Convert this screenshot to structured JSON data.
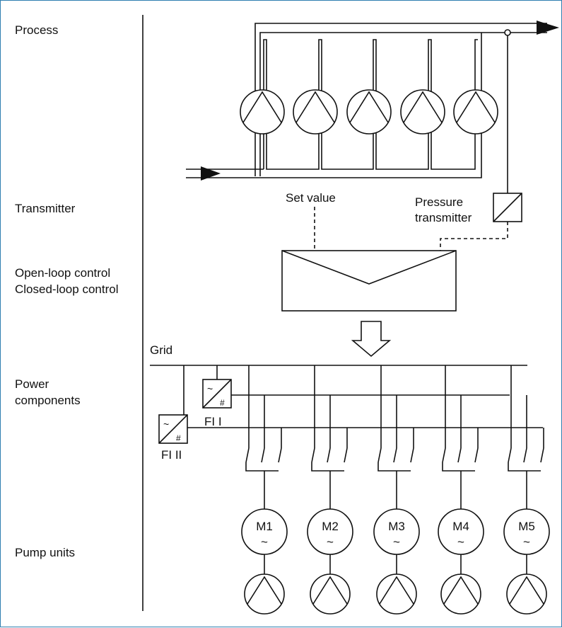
{
  "stages": {
    "process": "Process",
    "transmitter": "Transmitter",
    "control_1": "Open-loop control",
    "control_2": "Closed-loop control",
    "power_1": "Power",
    "power_2": "components",
    "pump_units": "Pump units"
  },
  "labels": {
    "set_value": "Set value",
    "pressure_1": "Pressure",
    "pressure_2": "transmitter",
    "grid": "Grid",
    "fi_1": "FI I",
    "fi_2": "FI II"
  },
  "motors": [
    "M1",
    "M2",
    "M3",
    "M4",
    "M5"
  ],
  "motor_symbol": "~",
  "colors": {
    "frame": "#2f7fb0",
    "stroke": "#111111"
  }
}
